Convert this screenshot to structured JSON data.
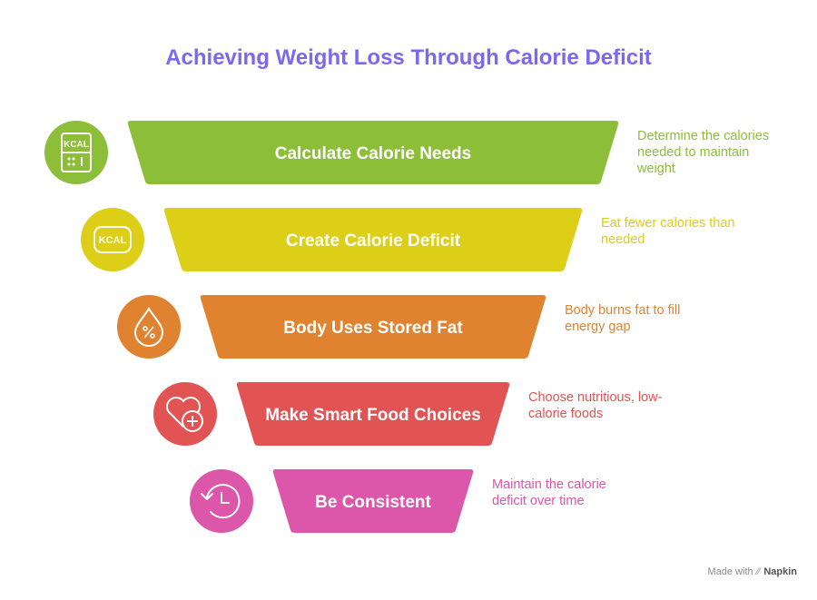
{
  "title": "Achieving Weight Loss Through Calorie Deficit",
  "footer": {
    "made_with": "Made with",
    "brand": "Napkin"
  },
  "steps": [
    {
      "label": "Calculate Calorie Needs",
      "description": [
        "Determine the calories",
        "needed to maintain",
        "weight"
      ],
      "color": "#8dbe3a",
      "icon": "kcal-calculator-icon"
    },
    {
      "label": "Create Calorie Deficit",
      "description": [
        "Eat fewer calories than",
        "needed"
      ],
      "color": "#ddce17",
      "icon": "kcal-badge-icon"
    },
    {
      "label": "Body Uses Stored Fat",
      "description": [
        "Body burns fat to fill",
        "energy gap"
      ],
      "color": "#e08330",
      "icon": "fat-drop-percent-icon"
    },
    {
      "label": "Make Smart Food Choices",
      "description": [
        "Choose nutritious, low-",
        "calorie foods"
      ],
      "color": "#e25353",
      "icon": "heart-plus-icon"
    },
    {
      "label": "Be Consistent",
      "description": [
        "Maintain the calorie",
        "deficit over time"
      ],
      "color": "#dc56a9",
      "icon": "clock-history-icon"
    }
  ]
}
